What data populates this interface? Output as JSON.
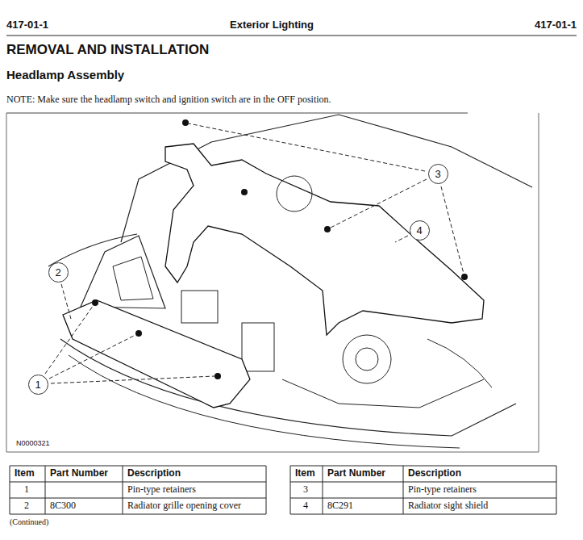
{
  "diagram": {
    "title": "REMOVAL AND INSTALLATION",
    "nodes": [
      {
        "text": [
          "3"
        ]
      },
      {
        "text": [
          "4"
        ]
      },
      {
        "text": [
          "2"
        ]
      },
      {
        "text": [
          "1"
        ]
      }
    ],
    "labels": [
      "417-01-1",
      "Exterior Lighting",
      "417-01-1",
      "Headlamp Assembly",
      "NOTE: Make sure the headlamp switch and ignition switch are in the OFF position.",
      "N0000321",
      "Item",
      "Part Number",
      "Description",
      "1",
      "Pin-type retainers",
      "2",
      "8C300",
      "Radiator grille opening cover",
      "Item",
      "Part Number",
      "Description",
      "3",
      "Pin-type retainers",
      "4",
      "8C291",
      "Radiator sight shield",
      "(Continued)"
    ]
  }
}
